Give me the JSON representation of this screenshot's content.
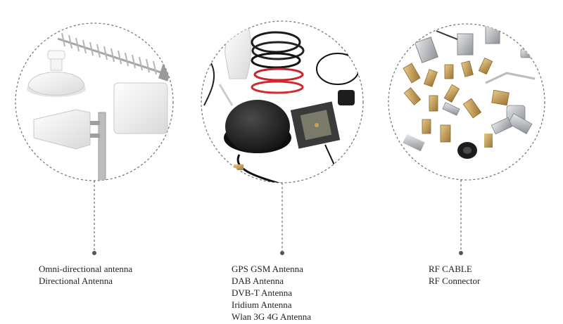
{
  "categories": [
    {
      "name": "antennas",
      "lines": [
        "Omni-directional antenna",
        "Directional Antenna"
      ]
    },
    {
      "name": "gnss-cellular",
      "lines": [
        "GPS GSM Antenna",
        "DAB Antenna",
        "DVB-T Antenna",
        "Iridium Antenna",
        "Wlan 3G 4G Antenna"
      ]
    },
    {
      "name": "rf",
      "lines": [
        "RF CABLE",
        "RF Connector"
      ]
    }
  ],
  "colors": {
    "dash": "#6f6f6f",
    "text": "#222222",
    "white_plastic": "#f1f1f1",
    "black_plastic": "#1c1c1c",
    "brass": "#c9a25a",
    "silver": "#b9bcc0"
  }
}
